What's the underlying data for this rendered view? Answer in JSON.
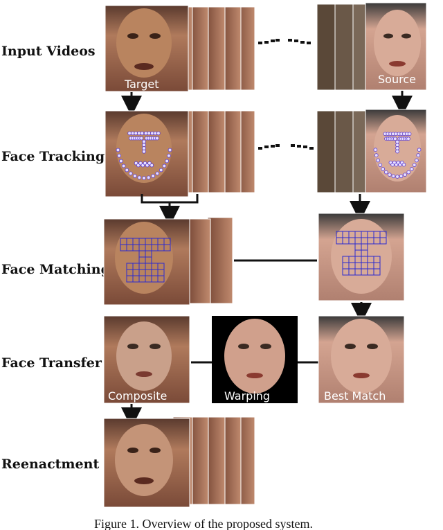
{
  "rows": [
    {
      "label": "Input Videos"
    },
    {
      "label": "Face Tracking"
    },
    {
      "label": "Face Matching"
    },
    {
      "label": "Face Transfer"
    },
    {
      "label": "Reenactment"
    }
  ],
  "overlays": {
    "target": "Target",
    "source": "Source",
    "composite": "Composite",
    "warping": "Warping",
    "best_match": "Best Match"
  },
  "caption": "Figure 1. Overview of the proposed system.",
  "colors": {
    "skin_target": "#b07a5c",
    "skin_source": "#d4a491",
    "frame_edge": "#8a5a44",
    "background_room": "#6b5a4a",
    "landmark_dot": "#e8e0ff",
    "landmark_outline": "#5a3bd0",
    "grid_blue": "#2a2ad0",
    "arrow": "#111111"
  }
}
